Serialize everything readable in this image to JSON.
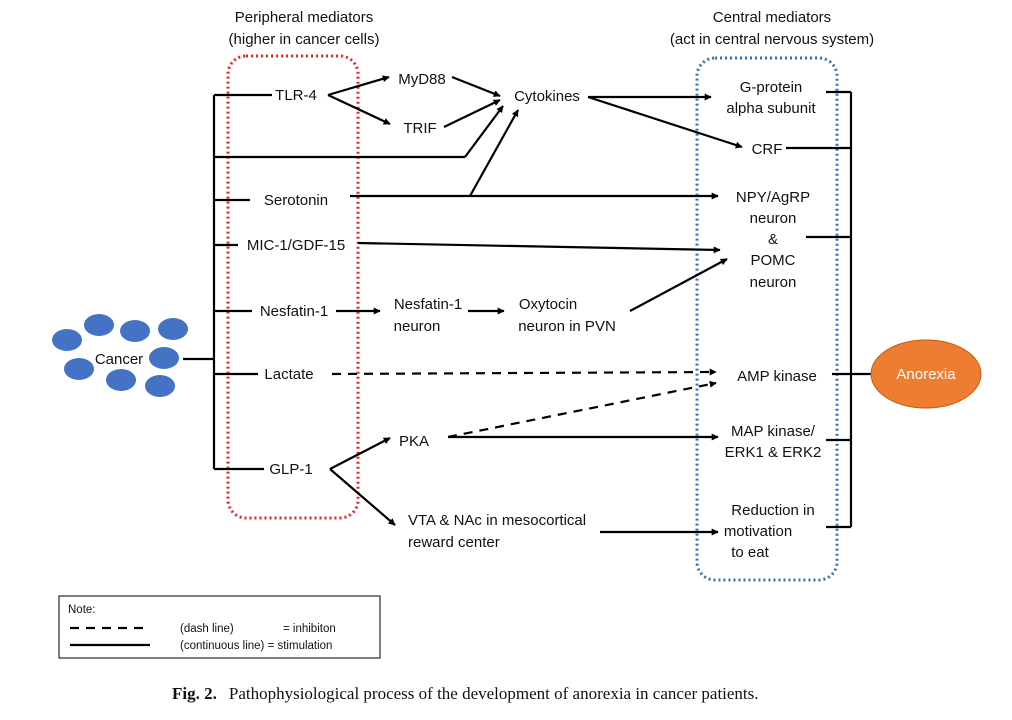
{
  "headers": {
    "peripheral": [
      "Peripheral mediators",
      "(higher in cancer cells)"
    ],
    "central": [
      "Central mediators",
      "(act in central nervous system)"
    ]
  },
  "source": {
    "cancer": "Cancer"
  },
  "peripheral": {
    "tlr4": "TLR-4",
    "serotonin": "Serotonin",
    "mic1": "MIC-1/GDF-15",
    "nesfatin": "Nesfatin-1",
    "lactate": "Lactate",
    "glp1": "GLP-1"
  },
  "intermediate": {
    "myd88": "MyD88",
    "trif": "TRIF",
    "cytokines": "Cytokines",
    "nesfatin_neuron": [
      "Nesfatin-1",
      "neuron"
    ],
    "oxytocin": [
      "Oxytocin",
      "neuron in PVN"
    ],
    "pka": "PKA",
    "vta": [
      "VTA & NAc in mesocortical",
      "reward center"
    ]
  },
  "central": {
    "gprotein": [
      "G-protein",
      "alpha subunit"
    ],
    "crf": "CRF",
    "npy": [
      "NPY/AgRP",
      "neuron",
      "&",
      "POMC",
      "neuron"
    ],
    "ampk": "AMP kinase",
    "mapk": [
      "MAP kinase/",
      "ERK1 & ERK2"
    ],
    "motivation": [
      "Reduction in",
      "motivation",
      "to eat"
    ]
  },
  "outcome": {
    "anorexia": "Anorexia"
  },
  "legend": {
    "title": "Note:",
    "dash_desc": "(dash line)",
    "dash_meaning": "= inhibiton",
    "solid_desc": "(continuous line) = stimulation"
  },
  "caption": {
    "label": "Fig. 2.",
    "text": "Pathophysiological process of the development of anorexia in cancer patients."
  },
  "colors": {
    "cancer_cell": "#4472c4",
    "peripheral_box": "#e8262a",
    "central_box": "#2e75b6",
    "anorexia_fill": "#ed7d31"
  }
}
